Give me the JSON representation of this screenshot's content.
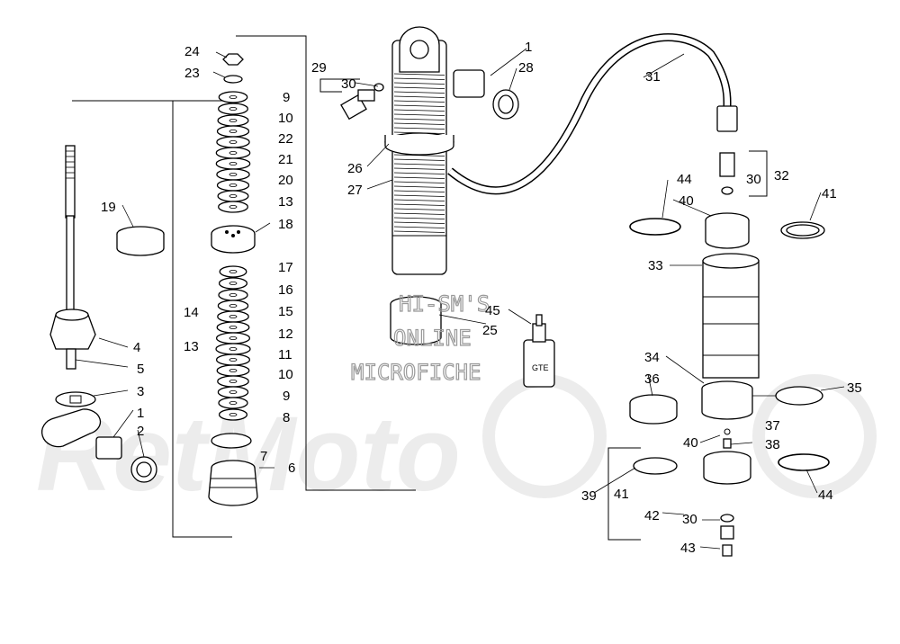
{
  "watermark": {
    "line1": "HI-SM'S",
    "line2": "ONLINE",
    "line3": "MICROFICHE",
    "logo": "RetMoto"
  },
  "bottle_label": "GTE",
  "part_labels": [
    {
      "id": "label-24",
      "text": "24"
    },
    {
      "id": "label-23",
      "text": "23"
    },
    {
      "id": "label-9a",
      "text": "9"
    },
    {
      "id": "label-10a",
      "text": "10"
    },
    {
      "id": "label-22",
      "text": "22"
    },
    {
      "id": "label-21",
      "text": "21"
    },
    {
      "id": "label-20",
      "text": "20"
    },
    {
      "id": "label-13a",
      "text": "13"
    },
    {
      "id": "label-18",
      "text": "18"
    },
    {
      "id": "label-17",
      "text": "17"
    },
    {
      "id": "label-16",
      "text": "16"
    },
    {
      "id": "label-15",
      "text": "15"
    },
    {
      "id": "label-14",
      "text": "14"
    },
    {
      "id": "label-13b",
      "text": "13"
    },
    {
      "id": "label-12",
      "text": "12"
    },
    {
      "id": "label-11",
      "text": "11"
    },
    {
      "id": "label-10b",
      "text": "10"
    },
    {
      "id": "label-9b",
      "text": "9"
    },
    {
      "id": "label-8",
      "text": "8"
    },
    {
      "id": "label-7",
      "text": "7"
    },
    {
      "id": "label-6",
      "text": "6"
    },
    {
      "id": "label-19",
      "text": "19"
    },
    {
      "id": "label-4",
      "text": "4"
    },
    {
      "id": "label-5",
      "text": "5"
    },
    {
      "id": "label-3",
      "text": "3"
    },
    {
      "id": "label-1a",
      "text": "1"
    },
    {
      "id": "label-2",
      "text": "2"
    },
    {
      "id": "label-29",
      "text": "29"
    },
    {
      "id": "label-30a",
      "text": "30"
    },
    {
      "id": "label-26",
      "text": "26"
    },
    {
      "id": "label-27",
      "text": "27"
    },
    {
      "id": "label-1b",
      "text": "1"
    },
    {
      "id": "label-28",
      "text": "28"
    },
    {
      "id": "label-45",
      "text": "45"
    },
    {
      "id": "label-25",
      "text": "25"
    },
    {
      "id": "label-31",
      "text": "31"
    },
    {
      "id": "label-30b",
      "text": "30"
    },
    {
      "id": "label-32",
      "text": "32"
    },
    {
      "id": "label-44a",
      "text": "44"
    },
    {
      "id": "label-40a",
      "text": "40"
    },
    {
      "id": "label-41a",
      "text": "41"
    },
    {
      "id": "label-33",
      "text": "33"
    },
    {
      "id": "label-34",
      "text": "34"
    },
    {
      "id": "label-36",
      "text": "36"
    },
    {
      "id": "label-35",
      "text": "35"
    },
    {
      "id": "label-37",
      "text": "37"
    },
    {
      "id": "label-40b",
      "text": "40"
    },
    {
      "id": "label-38",
      "text": "38"
    },
    {
      "id": "label-39",
      "text": "39"
    },
    {
      "id": "label-41b",
      "text": "41"
    },
    {
      "id": "label-44b",
      "text": "44"
    },
    {
      "id": "label-42",
      "text": "42"
    },
    {
      "id": "label-30c",
      "text": "30"
    },
    {
      "id": "label-43",
      "text": "43"
    }
  ]
}
